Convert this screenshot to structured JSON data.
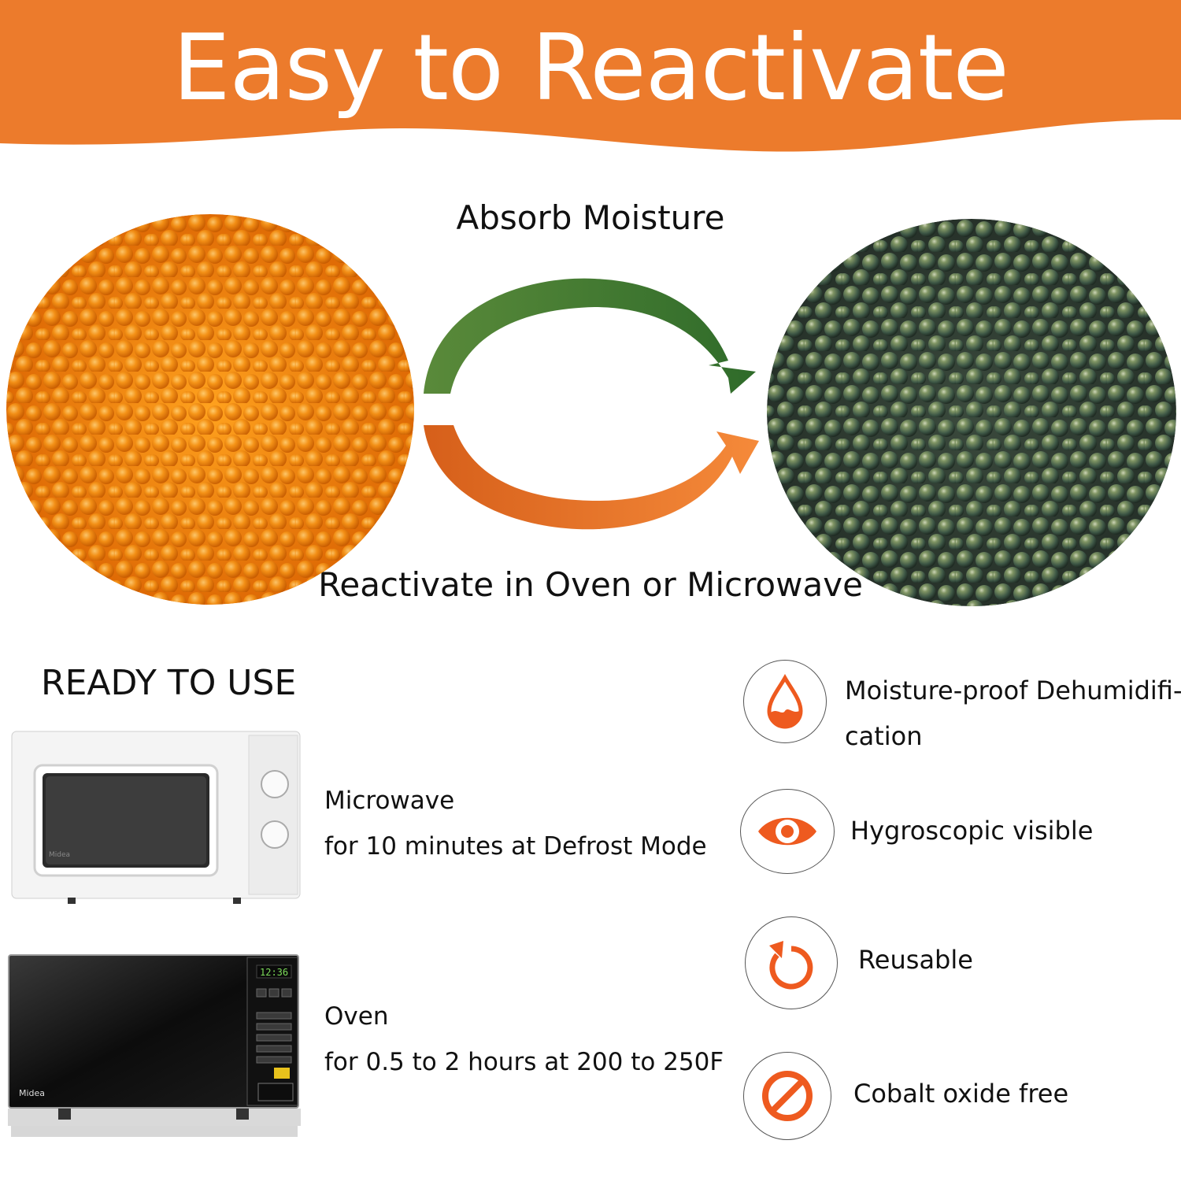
{
  "banner": {
    "title": "Easy to Reactivate",
    "color": "#ec7b2c"
  },
  "cycle": {
    "top_label": "Absorb Moisture",
    "bottom_label": "Reactivate in Oven or Microwave",
    "arrow_top_color": "#3f7a33",
    "arrow_bottom_color": "#e8702a",
    "before_color": "#ef8a12",
    "after_color": "#3a4a3c"
  },
  "ready": {
    "heading": "READY TO USE",
    "methods": [
      {
        "name": "Microwave",
        "detail": "for 10 minutes at Defrost Mode",
        "brand": "Midea",
        "icon": "white-microwave-image"
      },
      {
        "name": "Oven",
        "detail": "for 0.5 to 2 hours at 200 to 250F",
        "brand": "Midea",
        "display": "12:36",
        "icon": "black-microwave-oven-image"
      }
    ]
  },
  "features": [
    {
      "line1": "Moisture-proof Dehumidifi-",
      "line2": "cation",
      "icon": "water-drop-icon"
    },
    {
      "line1": "Hygroscopic visible",
      "icon": "eye-icon"
    },
    {
      "line1": "Reusable",
      "icon": "refresh-icon"
    },
    {
      "line1": "Cobalt oxide free",
      "icon": "prohibited-icon"
    }
  ],
  "accent_color": "#ee5a1f"
}
